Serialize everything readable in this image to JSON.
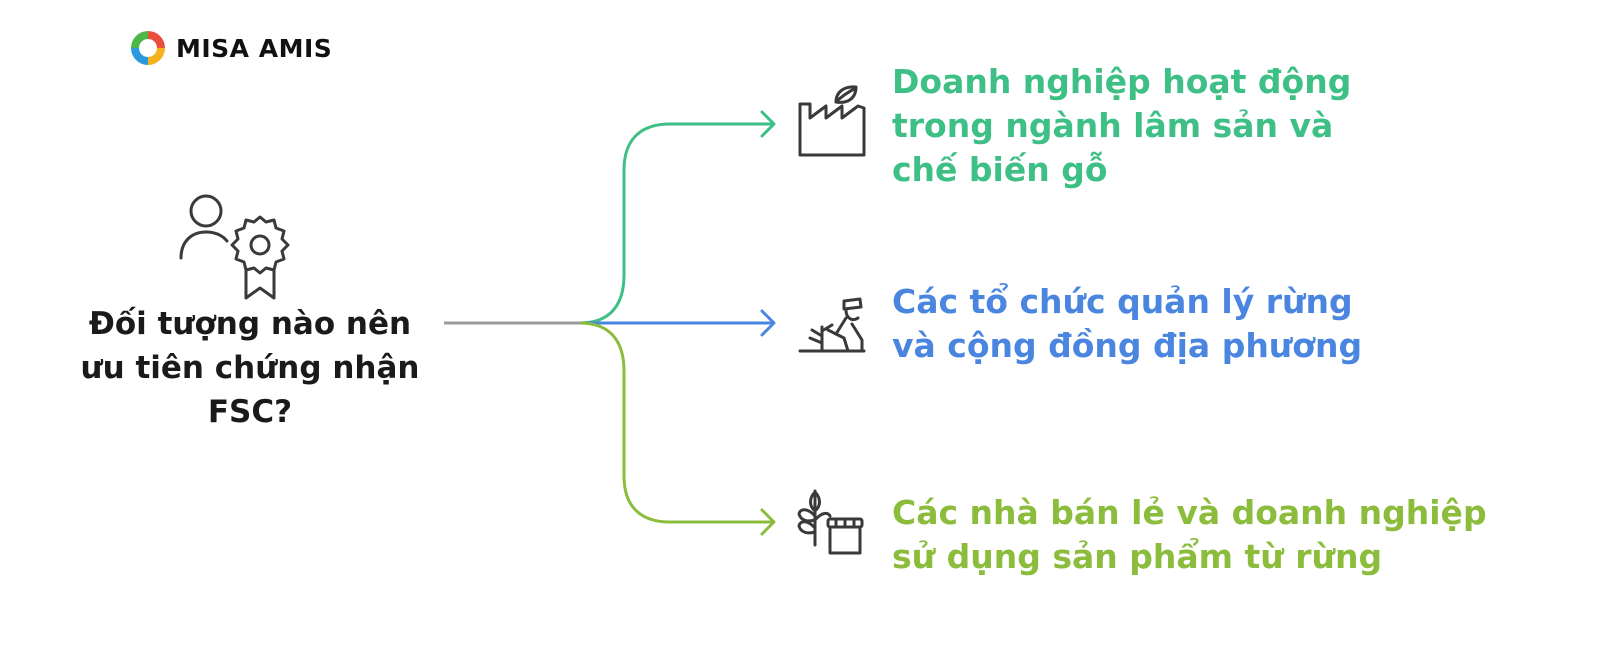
{
  "logo": {
    "text": "MISA AMIS",
    "icon": "misa-amis-logo"
  },
  "question": {
    "lines": [
      "Đối tượng nào nên",
      "ưu tiên chứng nhận",
      "FSC?"
    ],
    "icon": "person-with-badge-icon"
  },
  "answers": [
    {
      "lines": [
        "Doanh nghiệp hoạt động",
        "trong ngành lâm sản và",
        "chế biến gỗ"
      ],
      "color": "#3dbf85",
      "icon": "factory-leaf-icon"
    },
    {
      "lines": [
        "Các tổ chức quản lý rừng",
        "và cộng đồng địa phương"
      ],
      "color": "#4a86e0",
      "icon": "forester-planting-icon"
    },
    {
      "lines": [
        "Các nhà bán lẻ và doanh nghiệp",
        "sử dụng sản phẩm từ rừng"
      ],
      "color": "#8cbc3c",
      "icon": "plant-store-icon"
    }
  ],
  "colors": {
    "connector": "#9a9a9a",
    "text": "#1a1a1a"
  }
}
